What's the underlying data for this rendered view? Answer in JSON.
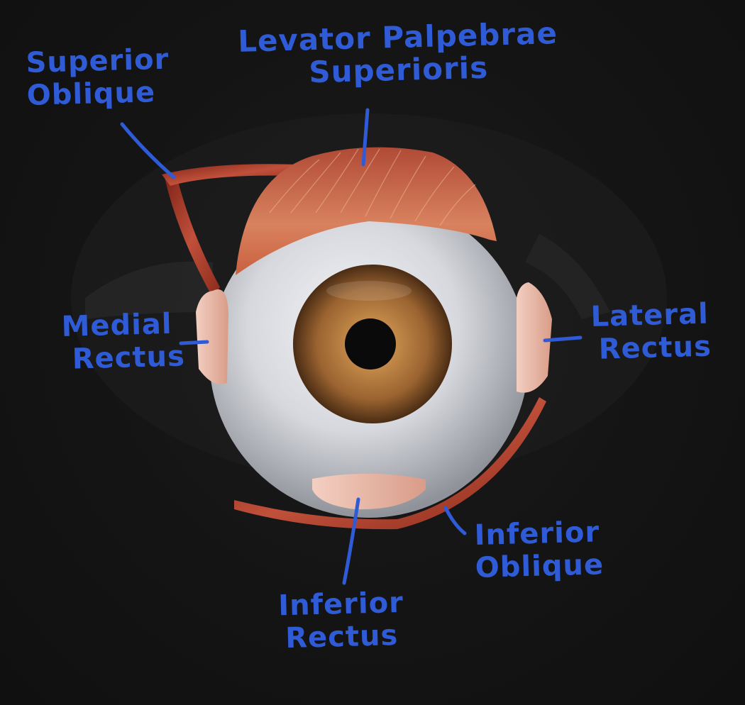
{
  "labels": {
    "superior_oblique": {
      "line1": "Superior",
      "line2": "Oblique"
    },
    "levator": {
      "line1": "Levator Palpebrae",
      "line2": "Superioris"
    },
    "medial_rectus": {
      "line1": "Medial",
      "line2": "Rectus"
    },
    "lateral_rectus": {
      "line1": "Lateral",
      "line2": "Rectus"
    },
    "inferior_oblique": {
      "line1": "Inferior",
      "line2": "Oblique"
    },
    "inferior_rectus": {
      "line1": "Inferior",
      "line2": "Rectus"
    }
  },
  "colors": {
    "label": "#2f5bd6",
    "background": "#141414",
    "sclera": "#d9dade",
    "iris": "#8a5a2e",
    "pupil": "#0a0a0a",
    "muscle": "#b5422f",
    "tendon": "#e8b9a8"
  }
}
